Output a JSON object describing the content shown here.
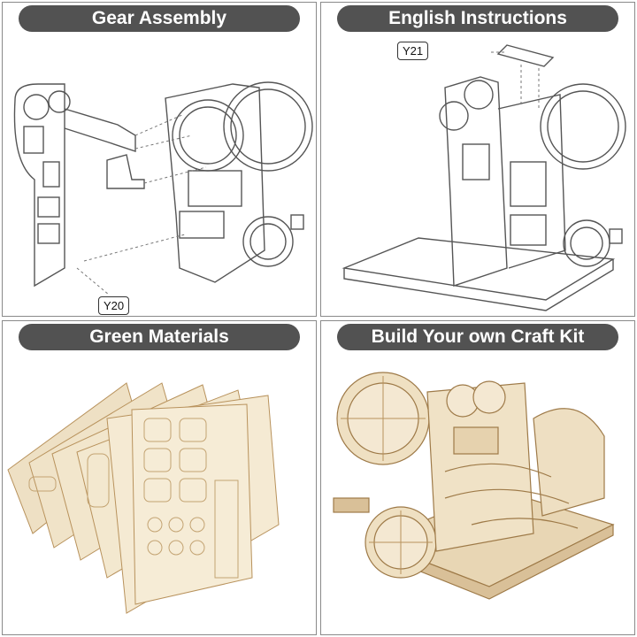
{
  "panels": [
    {
      "title": "Gear Assembly",
      "callout": "Y20"
    },
    {
      "title": "English Instructions",
      "callout": "Y21"
    },
    {
      "title": "Green Materials"
    },
    {
      "title": "Build Your own Craft Kit"
    }
  ],
  "colors": {
    "pill": "#525252",
    "wood_light": "#efe3cc",
    "wood_dark": "#b8925c",
    "line_art": "#555555"
  }
}
